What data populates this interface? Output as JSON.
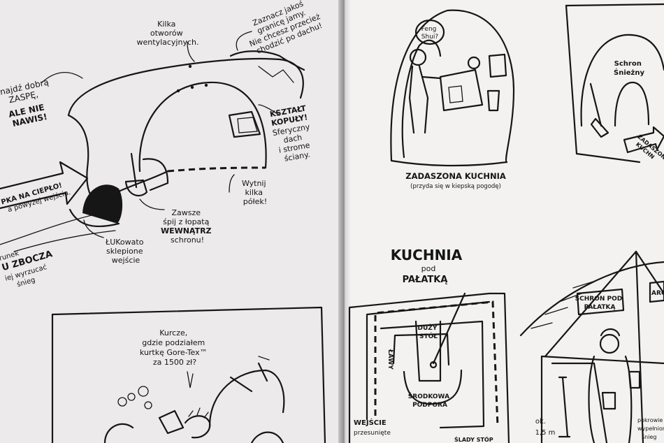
{
  "left_page": {
    "snow_cave": {
      "vents_note": [
        "Kilka",
        "otworów",
        "wentylacyjnych."
      ],
      "roof_note": [
        "Zaznacz jakoś",
        "granicę jamy.",
        "Nie chcesz przecież",
        "chodzić po dachu!"
      ],
      "drift_note": [
        "Znajdź dobrą",
        "ZASPĘ,",
        "ALE NIE",
        "NAWIS!"
      ],
      "dome_note": [
        "KSZTAŁT",
        "KOPUŁY!",
        "Sferyczny",
        "dach",
        "i strome",
        "ściany."
      ],
      "shelf_note": [
        "Wytnij",
        "kilka",
        "półek!"
      ],
      "shovel_note": [
        "Zawsze",
        "śpij z łopatą",
        "WEWNĄTRZ",
        "schronu!"
      ],
      "entrance_note": [
        "ŁUKowato",
        "sklepione",
        "wejście"
      ],
      "arrow_text": [
        "PKA NA CIEPŁO!",
        "a powyżej wejścia."
      ],
      "slope_text": [
        "runek",
        "U ZBOCZA",
        "iej wyrzucać",
        "śnieg"
      ]
    },
    "cartoon_panel": {
      "speech": [
        "Kurcze,",
        "gdzie podziałem",
        "kurtkę Gore-Tex™",
        "za 1500 zł?"
      ]
    }
  },
  "right_page": {
    "covered_kitchen": {
      "bubble": [
        "Feng",
        "Shui?"
      ],
      "caption": "ZADASZONA KUCHNIA",
      "subcaption": "(przyda się w kiepską pogodę)"
    },
    "snow_shelter_panel": {
      "label": [
        "Schron",
        "Śnieżny"
      ],
      "arrow_text": [
        "ZADASZONA",
        "KUCHN"
      ]
    },
    "tarp_kitchen": {
      "title_line1": "KUCHNIA",
      "title_line2": "pod",
      "title_line3": "PAŁATKĄ",
      "table": [
        "DUŻY",
        "STÓŁ"
      ],
      "bench": "ŁAWY",
      "support": [
        "ŚRODKOWA",
        "PODPORA"
      ],
      "entrance": [
        "WEJŚCIE",
        "przesunięte"
      ],
      "bottom_fragment": "ŚLADY STÓP"
    },
    "tarp_shelter": {
      "label": [
        "SCHRON POD",
        "PAŁATKĄ"
      ],
      "label2": "ARC",
      "height": [
        "ok.",
        "1,5 m"
      ],
      "corner_text": [
        "pokrowie",
        "wypełnion",
        "śnieg"
      ]
    }
  }
}
